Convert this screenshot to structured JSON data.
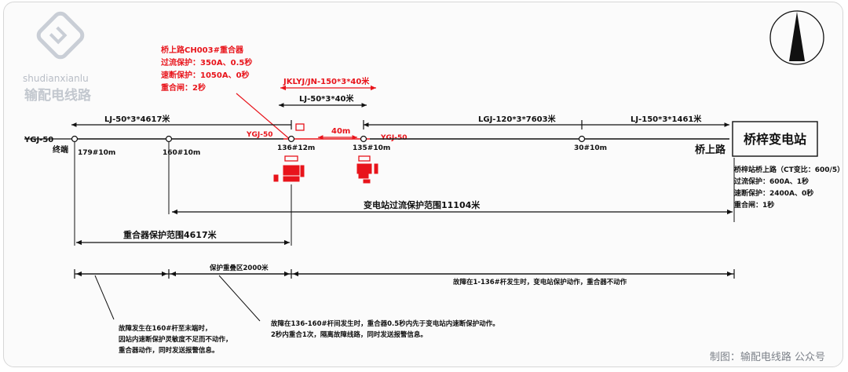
{
  "watermark": {
    "latin": "shudianxianlu",
    "chinese": "输配电线路"
  },
  "credit": "制图：输配电线路 公众号",
  "left_end": {
    "cable": "YGJ-50",
    "label": "终端"
  },
  "poles": [
    {
      "id": "p179",
      "label": "179#10m"
    },
    {
      "id": "p160",
      "label": "160#10m"
    },
    {
      "id": "p136",
      "label": "136#12m"
    },
    {
      "id": "p135",
      "label": "135#10m"
    },
    {
      "id": "p30",
      "label": "30#10m"
    }
  ],
  "spans": {
    "s1": "LJ-50*3*4617米",
    "s2": "LGJ-120*3*7603米",
    "s3": "LJ-150*3*1461米",
    "red_cable_top": "JKLYJ/JN-150*3*40米",
    "lj_short": "LJ-50*3*40米",
    "ygj_left": "YGJ-50",
    "ygj_right": "YGJ-50",
    "mid": "40m"
  },
  "recloser": {
    "title": "桥上路CH003#重合器",
    "line1": "过流保护：350A、0.5秒",
    "line2": "速断保护：1050A、0秒",
    "line3": "重合闸：2秒"
  },
  "substation": {
    "name": "桥梓变电站",
    "road": "桥上路",
    "line1": "桥梓站桥上路（CT变比：600/5）",
    "line2": "过流保护：600A、1秒",
    "line3": "速断保护：2400A、0秒",
    "line4": "重合闸：1秒"
  },
  "ranges": {
    "overcurrent": "变电站过流保护范围11104米",
    "recloser": "重合器保护范围4617米",
    "overlap": "保护重叠区2000米"
  },
  "notes": {
    "right": "故障在1-136#杆发生时，变电站保护动作，重合器不动作",
    "middle_1": "故障在136-160#杆间发生时，重合器0.5秒内先于变电站内速断保护动作。",
    "middle_2": "2秒内重合1次，隔离故障线路，同时发送报警信息。",
    "left_1": "故障发生在160#杆至末端时，",
    "left_2": "因站内速断保护灵敏度不足而不动作，",
    "left_3": "重合器动作，同时发送报警信息。"
  },
  "colors": {
    "accent": "#e8141b",
    "line": "#111111"
  }
}
